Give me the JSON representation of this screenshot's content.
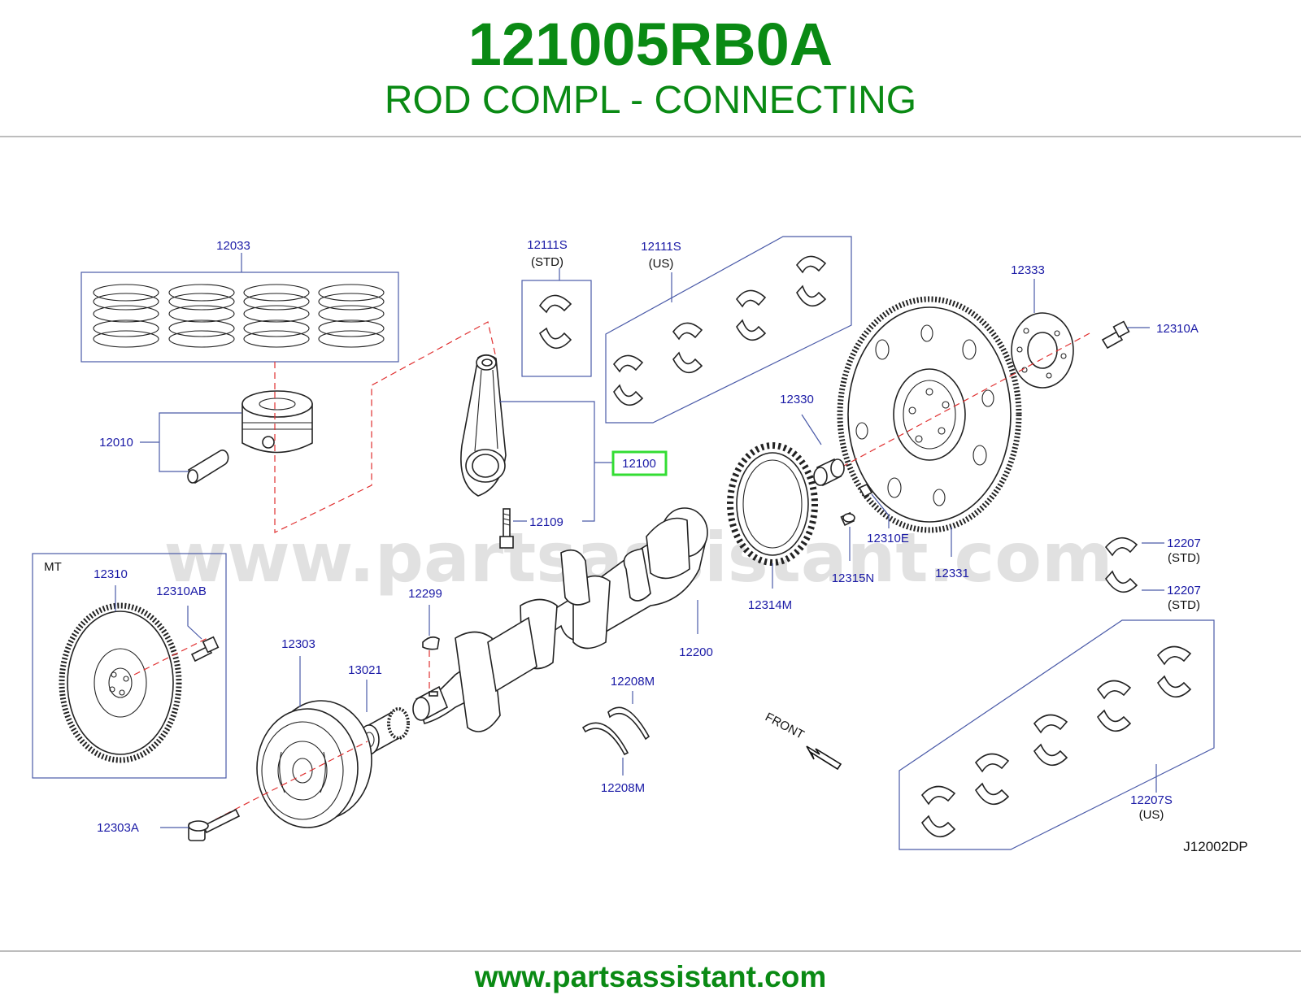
{
  "header": {
    "part_number": "121005RB0A",
    "part_name": "ROD COMPL - CONNECTING"
  },
  "footer": {
    "url_text": "www.partsassistant.com"
  },
  "watermark": "www.partsassistant.com",
  "diagram": {
    "code": "J12002DP",
    "front_label": "FRONT",
    "mt_label": "MT",
    "highlighted_part": "12100",
    "accent_color": "#0a8a14",
    "highlight_color": "#33dd33",
    "callouts": {
      "p12033": "12033",
      "p12111S_std": "12111S",
      "std_1": "(STD)",
      "p12111S_us": "12111S",
      "us_1": "(US)",
      "p12333": "12333",
      "p12310A": "12310A",
      "p12010": "12010",
      "p12100": "12100",
      "p12330": "12330",
      "p12109": "12109",
      "p12310E": "12310E",
      "p12207_a": "12207",
      "std_2": "(STD)",
      "p12207_b": "12207",
      "std_3": "(STD)",
      "p12331": "12331",
      "p12315N": "12315N",
      "p12314M": "12314M",
      "p12310": "12310",
      "p12310AB": "12310AB",
      "p12299": "12299",
      "p12303": "12303",
      "p13021": "13021",
      "p12200": "12200",
      "p12208M_a": "12208M",
      "p12208M_b": "12208M",
      "p12207S": "12207S",
      "us_2": "(US)",
      "p12303A": "12303A"
    }
  }
}
